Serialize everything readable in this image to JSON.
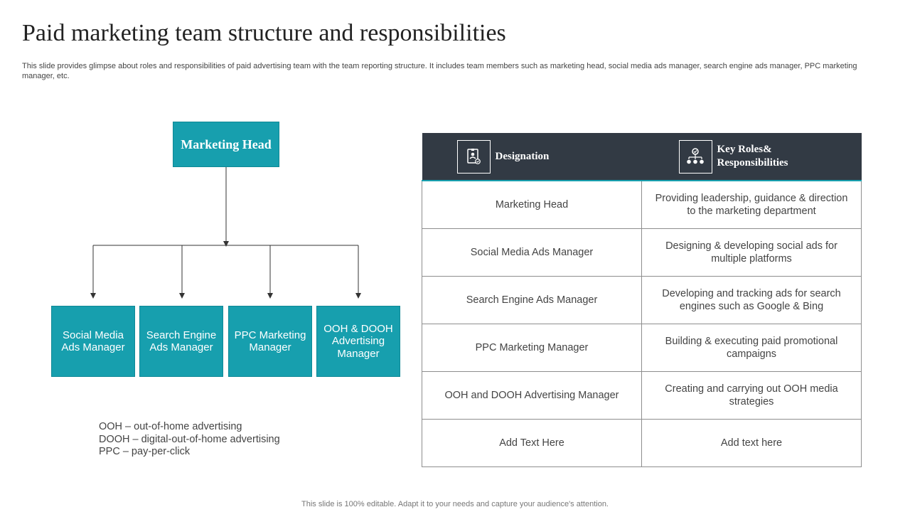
{
  "title": "Paid marketing team structure and responsibilities",
  "description": "This slide provides glimpse about roles and responsibilities of paid advertising team with the team reporting structure. It includes team members such as marketing head, social media ads manager, search engine ads manager, PPC marketing manager, etc.",
  "org_chart": {
    "head": "Marketing Head",
    "members": [
      "Social Media Ads Manager",
      "Search Engine Ads Manager",
      "PPC Marketing Manager",
      "OOH & DOOH Advertising Manager"
    ]
  },
  "legend": [
    "OOH – out-of-home advertising",
    "DOOH – digital-out-of-home advertising",
    "PPC – pay-per-click"
  ],
  "table": {
    "headers": [
      {
        "label": "Designation",
        "icon": "id-badge-icon"
      },
      {
        "label": "Key Roles& Responsibilities",
        "icon": "team-hierarchy-icon"
      }
    ],
    "rows": [
      {
        "designation": "Marketing Head",
        "responsibility": "Providing leadership, guidance & direction to the marketing department"
      },
      {
        "designation": "Social Media Ads Manager",
        "responsibility": "Designing & developing social ads for multiple platforms"
      },
      {
        "designation": "Search Engine Ads Manager",
        "responsibility": "Developing and tracking ads for search engines such as Google & Bing"
      },
      {
        "designation": "PPC Marketing  Manager",
        "responsibility": "Building & executing paid promotional campaigns"
      },
      {
        "designation": "OOH and DOOH Advertising Manager",
        "responsibility": "Creating and carrying out OOH media strategies"
      },
      {
        "designation": "Add Text Here",
        "responsibility": "Add text here"
      }
    ]
  },
  "footer": "This slide is 100% editable. Adapt it to your needs and capture your audience's attention.",
  "colors": {
    "accent": "#179fae",
    "header_bg": "#323a44"
  }
}
